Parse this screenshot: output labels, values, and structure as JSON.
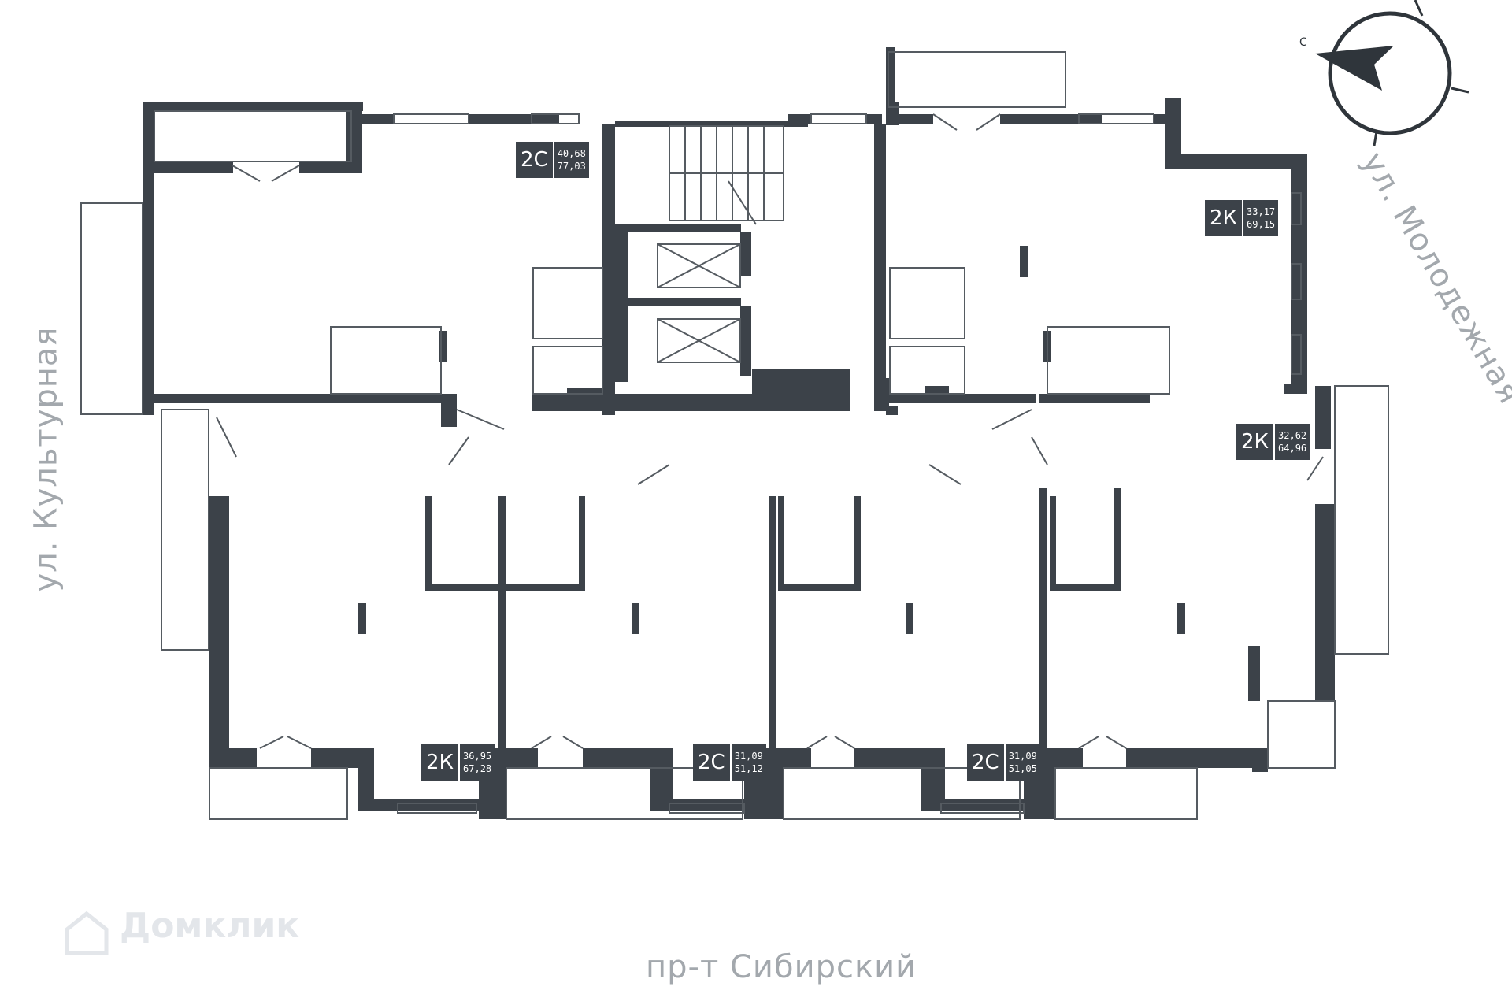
{
  "streets": {
    "left": "ул. Культурная",
    "right": "ул. Молодежная",
    "bottom": "пр-т Сибирский"
  },
  "compass": {
    "label": "С"
  },
  "apartments": [
    {
      "code": "2С",
      "living": "40,68",
      "total": "77,03"
    },
    {
      "code": "2К",
      "living": "33,17",
      "total": "69,15"
    },
    {
      "code": "2К",
      "living": "32,62",
      "total": "64,96"
    },
    {
      "code": "2К",
      "living": "36,95",
      "total": "67,28"
    },
    {
      "code": "2С",
      "living": "31,09",
      "total": "51,12"
    },
    {
      "code": "2С",
      "living": "31,09",
      "total": "51,05"
    }
  ],
  "watermark": {
    "text": "Домклик"
  },
  "colors": {
    "wall": "#3c4249",
    "label_bg": "#3c4249",
    "street": "#a3a8ad",
    "line": "#555b61"
  }
}
